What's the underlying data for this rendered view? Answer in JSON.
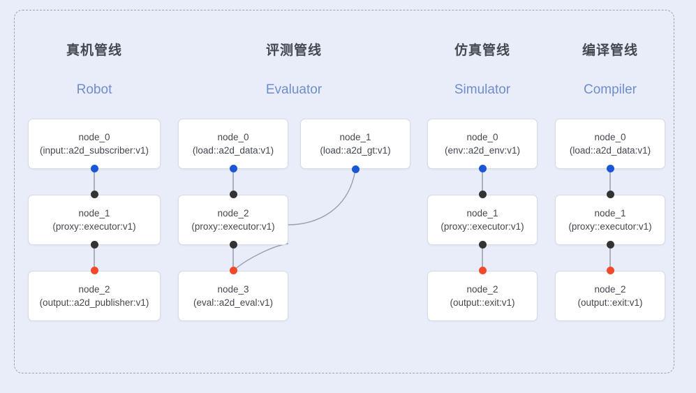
{
  "diagram": {
    "background_color": "#e8edf9",
    "frame_border_color": "#9aa3b5",
    "accent_color": "#6f8ccc",
    "port_colors": {
      "input": "#1a56d6",
      "relay": "#333333",
      "output": "#f2492a"
    }
  },
  "columns": [
    {
      "id": "robot",
      "title_cn": "真机管线",
      "title_en": "Robot",
      "nodes": [
        {
          "title": "node_0",
          "sub": "(input::a2d_subscriber:v1)"
        },
        {
          "title": "node_1",
          "sub": "(proxy::executor:v1)"
        },
        {
          "title": "node_2",
          "sub": "(output::a2d_publisher:v1)"
        }
      ]
    },
    {
      "id": "evaluator",
      "title_cn": "评测管线",
      "title_en": "Evaluator",
      "nodes": [
        {
          "title": "node_0",
          "sub": "(load::a2d_data:v1)"
        },
        {
          "title": "node_1",
          "sub": "(load::a2d_gt:v1)"
        },
        {
          "title": "node_2",
          "sub": "(proxy::executor:v1)"
        },
        {
          "title": "node_3",
          "sub": "(eval::a2d_eval:v1)"
        }
      ]
    },
    {
      "id": "simulator",
      "title_cn": "仿真管线",
      "title_en": "Simulator",
      "nodes": [
        {
          "title": "node_0",
          "sub": "(env::a2d_env:v1)"
        },
        {
          "title": "node_1",
          "sub": "(proxy::executor:v1)"
        },
        {
          "title": "node_2",
          "sub": "(output::exit:v1)"
        }
      ]
    },
    {
      "id": "compiler",
      "title_cn": "编译管线",
      "title_en": "Compiler",
      "nodes": [
        {
          "title": "node_0",
          "sub": "(load::a2d_data:v1)"
        },
        {
          "title": "node_1",
          "sub": "(proxy::executor:v1)"
        },
        {
          "title": "node_2",
          "sub": "(output::exit:v1)"
        }
      ]
    }
  ]
}
